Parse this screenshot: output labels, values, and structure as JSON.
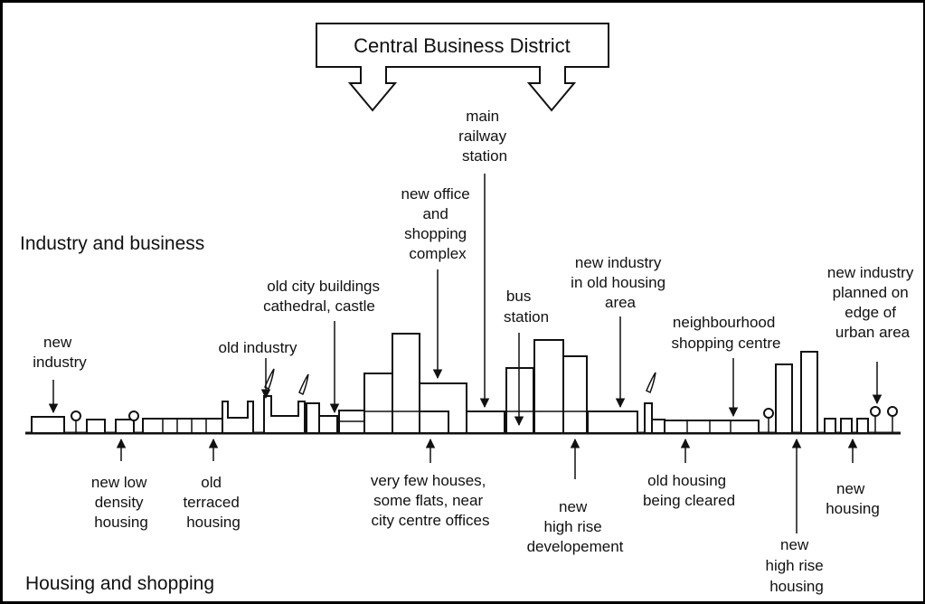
{
  "header": {
    "title": "Central Business District"
  },
  "sections": {
    "top": "Industry and business",
    "bottom": "Housing and shopping"
  },
  "labels_top": {
    "new_industry_left": [
      "new",
      "industry"
    ],
    "old_industry": [
      "old industry"
    ],
    "old_city_buildings": [
      "old  city buildings",
      "cathedral, castle"
    ],
    "new_office": [
      "new office",
      "and",
      "shopping",
      "complex"
    ],
    "main_railway": [
      "main",
      "railway",
      "station"
    ],
    "bus_station": [
      "bus",
      "station"
    ],
    "new_industry_old_housing": [
      "new industry",
      "in old housing",
      "area"
    ],
    "neighbourhood_shopping": [
      "neighbourhood",
      "shopping centre"
    ],
    "new_industry_edge": [
      "new industry",
      "planned on",
      "edge of",
      "urban area"
    ]
  },
  "labels_bottom": {
    "new_low_density": [
      "new low",
      "density",
      "housing"
    ],
    "old_terraced": [
      "old",
      "terraced",
      "housing"
    ],
    "very_few_houses": [
      "very few houses,",
      "some flats, near",
      "city centre offices"
    ],
    "new_high_rise_dev": [
      "new",
      "high rise",
      "developement"
    ],
    "old_housing_cleared": [
      "old housing",
      "being cleared"
    ],
    "new_high_rise_housing": [
      "new",
      "high rise",
      "housing"
    ],
    "new_housing": [
      "new",
      "housing"
    ]
  }
}
